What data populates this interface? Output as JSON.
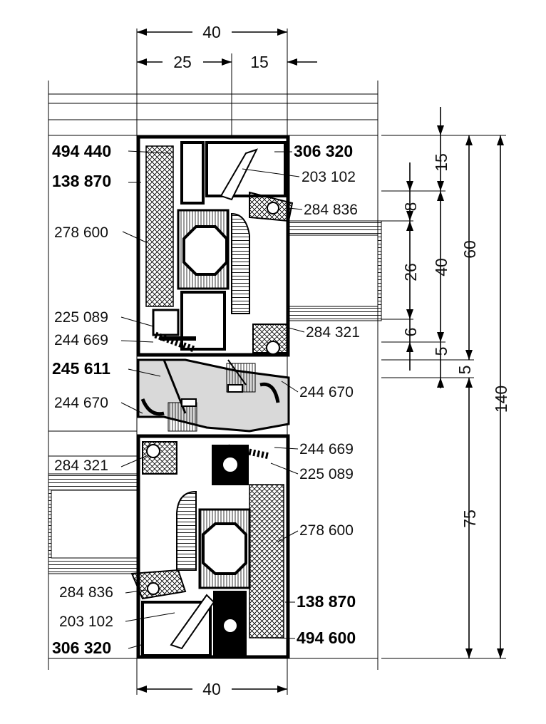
{
  "labels": {
    "top_left_1": "494 440",
    "top_left_2": "138 870",
    "left_278600_top": "278 600",
    "left_225089": "225 089",
    "left_244669": "244 669",
    "left_245611": "245 611",
    "left_244670": "244 670",
    "left_284321": "284 321",
    "left_284836": "284 836",
    "left_203102": "203 102",
    "left_306320": "306 320",
    "right_306320": "306 320",
    "right_203102": "203 102",
    "right_284836": "284 836",
    "right_284321": "284 321",
    "right_244670": "244 670",
    "right_244669": "244 669",
    "right_225089": "225 089",
    "right_278600": "278 600",
    "right_138870": "138 870",
    "right_494600": "494 600"
  },
  "dimensions": {
    "top_total": "40",
    "top_a": "25",
    "top_b": "15",
    "bottom_total": "40",
    "v_15": "15",
    "v_8": "8",
    "v_26": "26",
    "v_6": "6",
    "v_5a": "5",
    "v_5b": "5",
    "v_40": "40",
    "v_60": "60",
    "v_75": "75",
    "v_140": "140"
  },
  "colors": {
    "profile": "#000000",
    "insulation": "#cfcfcf",
    "thermal_break": "#d9d9d9"
  }
}
